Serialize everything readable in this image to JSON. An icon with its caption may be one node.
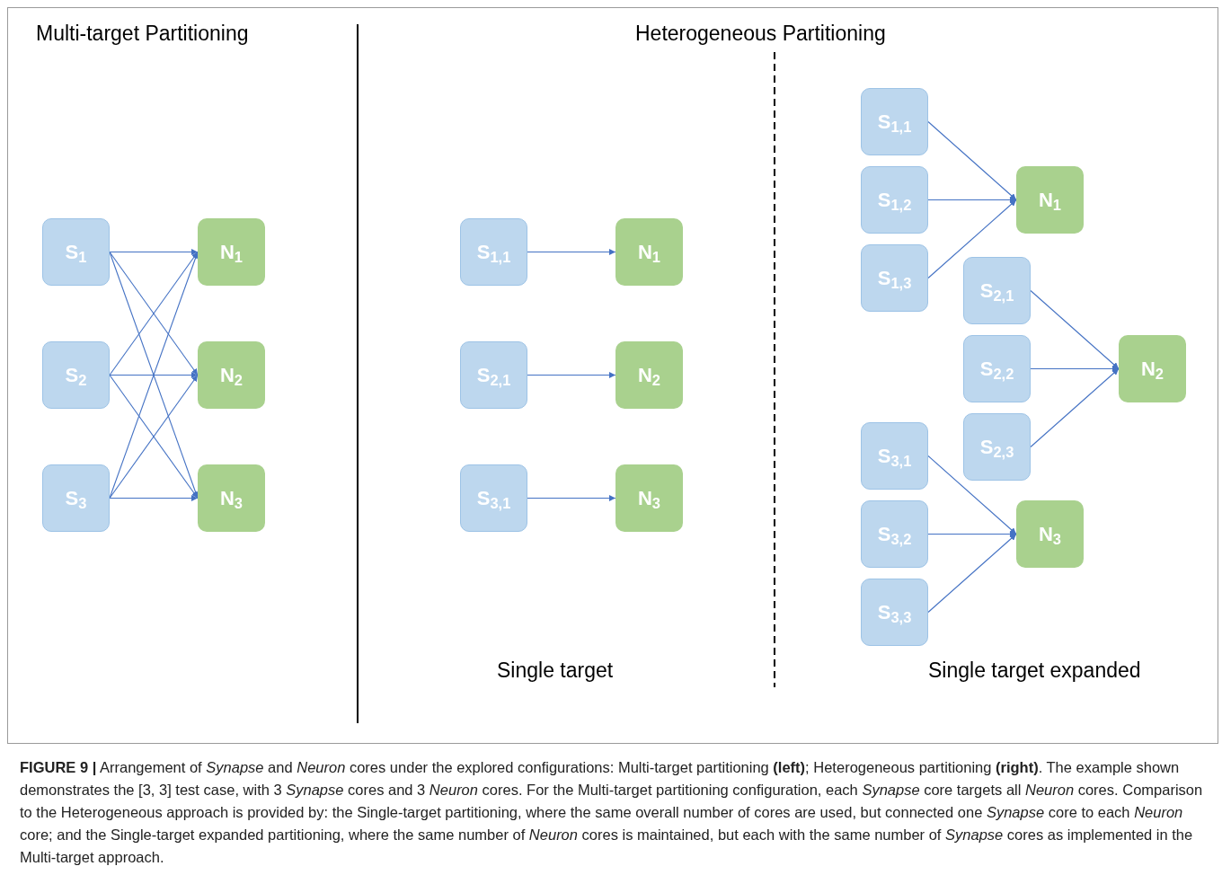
{
  "diagram": {
    "caption": "**FIGURE 9 |** Arrangement of *Synapse* and *Neuron* cores under the explored configurations: Multi-target partitioning **(left)**; Heterogeneous partitioning **(right)**. The example shown demonstrates the [3, 3] test case, with 3 *Synapse* cores and 3 *Neuron* cores. For the Multi-target partitioning configuration, each *Synapse* core targets all *Neuron* cores. Comparison to the Heterogeneous approach is provided by: the Single-target partitioning, where the same overall number of cores are used, but connected one *Synapse* core to each *Neuron* core; and the Single-target expanded partitioning, where the same number of *Neuron* cores is maintained, but each with the same number of *Synapse* cores as implemented in the Multi-target approach.",
    "nodes": [
      {
        "text": [
          "S$_{1}$"
        ]
      },
      {
        "text": [
          "S$_{2}$"
        ]
      },
      {
        "text": [
          "S$_{3}$"
        ]
      },
      {
        "text": [
          "N$_{1}$"
        ]
      },
      {
        "text": [
          "N$_{2}$"
        ]
      },
      {
        "text": [
          "N$_{3}$"
        ]
      },
      {
        "text": [
          "S$_{1,1}$"
        ]
      },
      {
        "text": [
          "S$_{2,1}$"
        ]
      },
      {
        "text": [
          "S$_{3,1}$"
        ]
      },
      {
        "text": [
          "N$_{1}$"
        ]
      },
      {
        "text": [
          "N$_{2}$"
        ]
      },
      {
        "text": [
          "N$_{3}$"
        ]
      },
      {
        "text": [
          "S$_{1,1}$"
        ]
      },
      {
        "text": [
          "S$_{1,2}$"
        ]
      },
      {
        "text": [
          "S$_{1,3}$"
        ]
      },
      {
        "text": [
          "N$_{1}$"
        ]
      },
      {
        "text": [
          "S$_{2,1}$"
        ]
      },
      {
        "text": [
          "S$_{2,2}$"
        ]
      },
      {
        "text": [
          "S$_{2,3}$"
        ]
      },
      {
        "text": [
          "N$_{2}$"
        ]
      },
      {
        "text": [
          "S$_{3,1}$"
        ]
      },
      {
        "text": [
          "S$_{3,2}$"
        ]
      },
      {
        "text": [
          "S$_{3,3}$"
        ]
      },
      {
        "text": [
          "N$_{3}$"
        ]
      }
    ],
    "edges": [
      {
        "from": 0,
        "to": 3,
        "arrow": "to"
      },
      {
        "from": 0,
        "to": 4,
        "arrow": "to"
      },
      {
        "from": 0,
        "to": 5,
        "arrow": "to"
      },
      {
        "from": 1,
        "to": 3,
        "arrow": "to"
      },
      {
        "from": 1,
        "to": 4,
        "arrow": "to"
      },
      {
        "from": 1,
        "to": 5,
        "arrow": "to"
      },
      {
        "from": 2,
        "to": 3,
        "arrow": "to"
      },
      {
        "from": 2,
        "to": 4,
        "arrow": "to"
      },
      {
        "from": 2,
        "to": 5,
        "arrow": "to"
      },
      {
        "from": 6,
        "to": 9,
        "arrow": "to"
      },
      {
        "from": 7,
        "to": 10,
        "arrow": "to"
      },
      {
        "from": 8,
        "to": 11,
        "arrow": "to"
      },
      {
        "from": 12,
        "to": 15,
        "arrow": "to"
      },
      {
        "from": 13,
        "to": 15,
        "arrow": "to"
      },
      {
        "from": 14,
        "to": 15,
        "arrow": "to"
      },
      {
        "from": 16,
        "to": 19,
        "arrow": "to"
      },
      {
        "from": 17,
        "to": 19,
        "arrow": "to"
      },
      {
        "from": 18,
        "to": 19,
        "arrow": "to"
      },
      {
        "from": 20,
        "to": 23,
        "arrow": "to"
      },
      {
        "from": 21,
        "to": 23,
        "arrow": "to"
      },
      {
        "from": 22,
        "to": 23,
        "arrow": "to"
      }
    ],
    "labels": [
      "Multi-target Partitioning",
      "Heterogeneous Partitioning",
      "Single target",
      "Single target expanded"
    ]
  }
}
